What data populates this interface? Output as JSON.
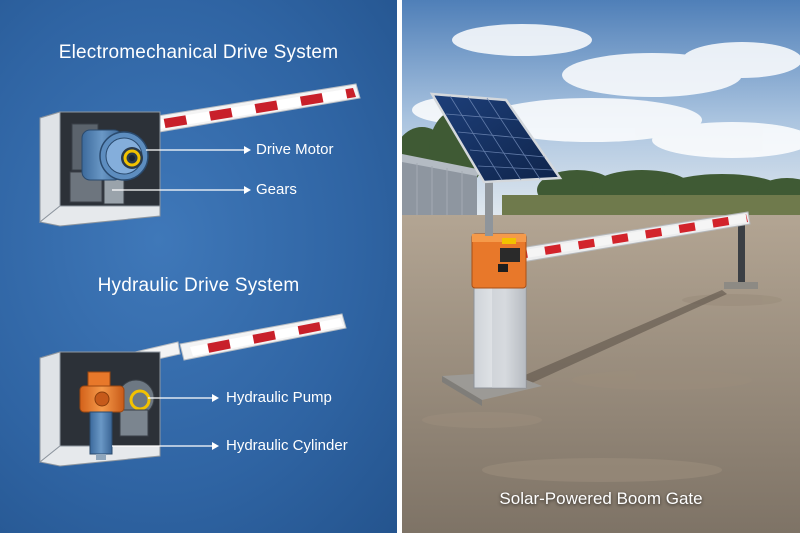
{
  "electromechanical": {
    "title": "Electromechanical Drive System",
    "labels": {
      "motor": "Drive Motor",
      "gears": "Gears"
    }
  },
  "hydraulic": {
    "title": "Hydraulic Drive System",
    "labels": {
      "pump": "Hydraulic Pump",
      "cylinder": "Hydraulic Cylinder"
    }
  },
  "photo": {
    "caption": "Solar-Powered Boom Gate"
  },
  "colors": {
    "panel_blue": "#2f64a3",
    "boom_red": "#c8202a",
    "housing_gray": "#d9dde2",
    "motor_blue": "#4d7fb3",
    "accent_yellow": "#f2c200",
    "pump_orange": "#e8782a"
  }
}
